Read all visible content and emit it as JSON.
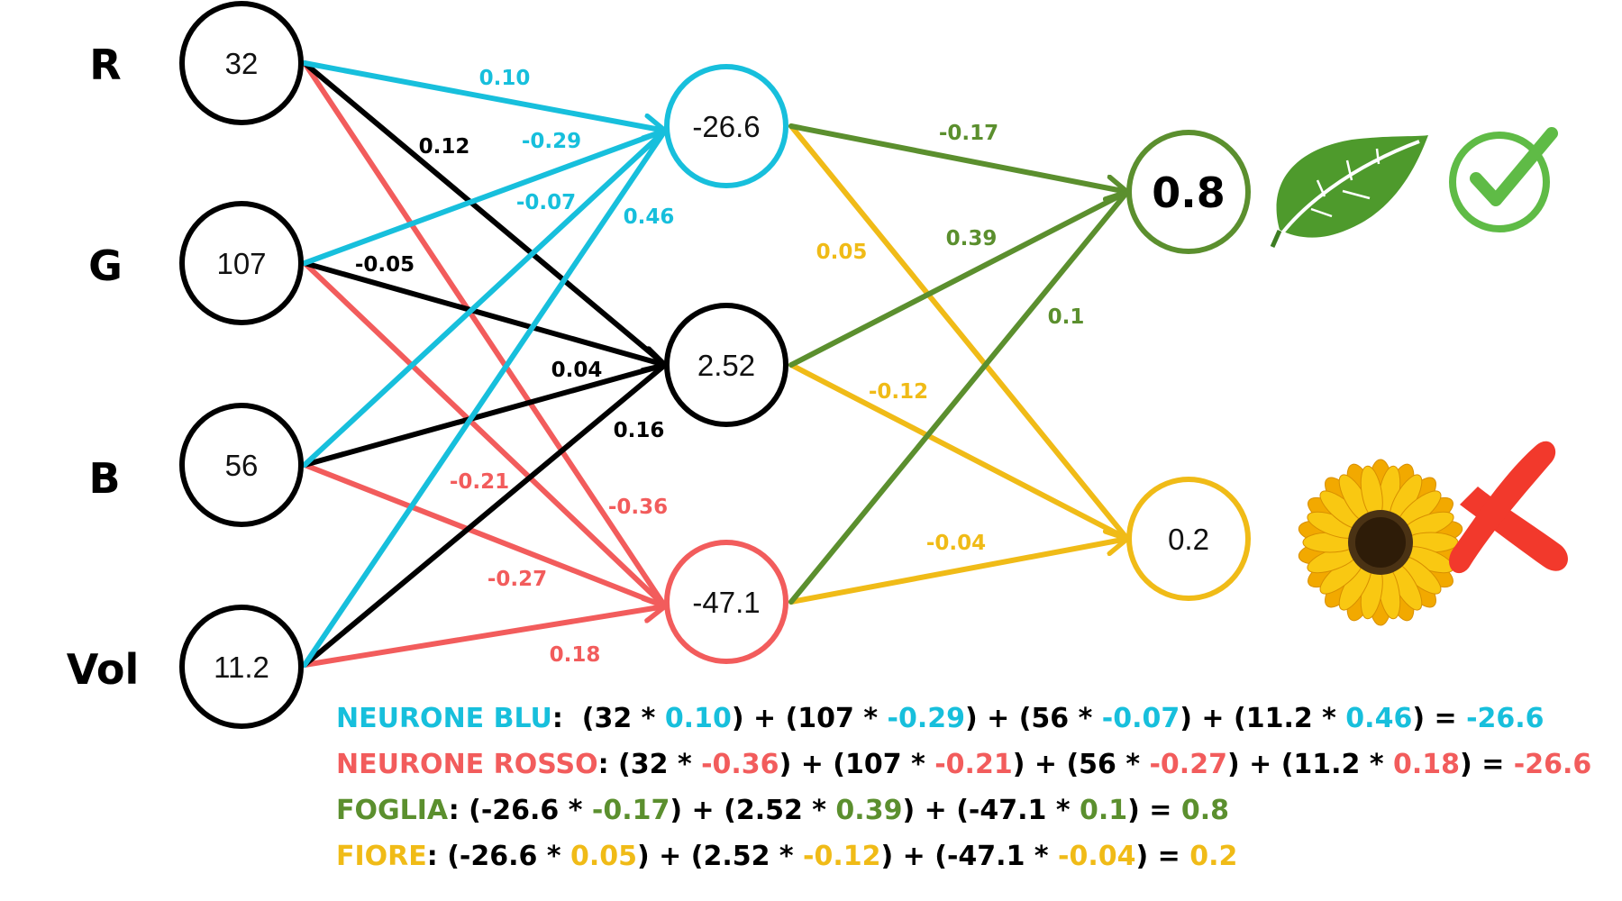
{
  "colors": {
    "blue": "#17bfdc",
    "black": "#000000",
    "red": "#f25c5c",
    "green": "#5b8f2e",
    "yellow": "#f0bb17",
    "leaf": "#4e9a2c",
    "check": "#5fbb46",
    "cross": "#f2392c"
  },
  "input_labels": [
    "R",
    "G",
    "B",
    "Vol"
  ],
  "input_values": [
    "32",
    "107",
    "56",
    "11.2"
  ],
  "hidden_values": [
    "-26.6",
    "2.52",
    "-47.1"
  ],
  "output_values": [
    "0.8",
    "0.2"
  ],
  "icons": {
    "output_1": [
      "leaf-icon",
      "check-icon"
    ],
    "output_2": [
      "sunflower-icon",
      "cross-icon"
    ]
  },
  "weights_input_hidden": {
    "blue": [
      "0.10",
      "-0.29",
      "-0.07",
      "0.46"
    ],
    "black": [
      "0.12",
      "-0.05",
      "0.04",
      "0.16"
    ],
    "red": [
      "-0.36",
      "-0.21",
      "-0.27",
      "0.18"
    ]
  },
  "weights_hidden_output": {
    "green": [
      "-0.17",
      "0.39",
      "0.1"
    ],
    "yellow": [
      "0.05",
      "-0.12",
      "-0.04"
    ]
  },
  "formulas": [
    {
      "color": "blue",
      "parts": [
        {
          "t": "NEURONE BLU",
          "c": "blue"
        },
        {
          "t": ":  (32 * ",
          "c": "black"
        },
        {
          "t": "0.10",
          "c": "blue"
        },
        {
          "t": ") + (107 * ",
          "c": "black"
        },
        {
          "t": "-0.29",
          "c": "blue"
        },
        {
          "t": ") + (56 * ",
          "c": "black"
        },
        {
          "t": "-0.07",
          "c": "blue"
        },
        {
          "t": ") + (11.2 * ",
          "c": "black"
        },
        {
          "t": "0.46",
          "c": "blue"
        },
        {
          "t": ") = ",
          "c": "black"
        },
        {
          "t": "-26.6",
          "c": "blue"
        }
      ]
    },
    {
      "color": "red",
      "parts": [
        {
          "t": "NEURONE ROSSO",
          "c": "red"
        },
        {
          "t": ": (32 * ",
          "c": "black"
        },
        {
          "t": "-0.36",
          "c": "red"
        },
        {
          "t": ") + (107 * ",
          "c": "black"
        },
        {
          "t": "-0.21",
          "c": "red"
        },
        {
          "t": ") + (56 * ",
          "c": "black"
        },
        {
          "t": "-0.27",
          "c": "red"
        },
        {
          "t": ") + (11.2 * ",
          "c": "black"
        },
        {
          "t": "0.18",
          "c": "red"
        },
        {
          "t": ") = ",
          "c": "black"
        },
        {
          "t": "-26.6",
          "c": "red"
        }
      ]
    },
    {
      "color": "green",
      "parts": [
        {
          "t": "FOGLIA",
          "c": "green"
        },
        {
          "t": ": (-26.6 * ",
          "c": "black"
        },
        {
          "t": "-0.17",
          "c": "green"
        },
        {
          "t": ") + (2.52 * ",
          "c": "black"
        },
        {
          "t": "0.39",
          "c": "green"
        },
        {
          "t": ") + (-47.1 * ",
          "c": "black"
        },
        {
          "t": "0.1",
          "c": "green"
        },
        {
          "t": ") = ",
          "c": "black"
        },
        {
          "t": "0.8",
          "c": "green"
        }
      ]
    },
    {
      "color": "yellow",
      "parts": [
        {
          "t": "FIORE",
          "c": "yellow"
        },
        {
          "t": ": (-26.6 * ",
          "c": "black"
        },
        {
          "t": "0.05",
          "c": "yellow"
        },
        {
          "t": ") + (2.52 * ",
          "c": "black"
        },
        {
          "t": "-0.12",
          "c": "yellow"
        },
        {
          "t": ") + (-47.1 * ",
          "c": "black"
        },
        {
          "t": "-0.04",
          "c": "yellow"
        },
        {
          "t": ") = ",
          "c": "black"
        },
        {
          "t": "0.2",
          "c": "yellow"
        }
      ]
    }
  ]
}
